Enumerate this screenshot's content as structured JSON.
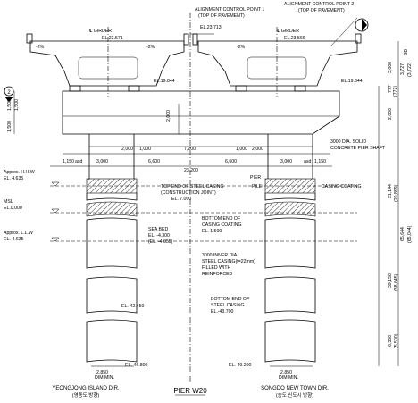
{
  "title": "PIER W20",
  "direction_left": "YEONGJONG ISLAND DIR.",
  "direction_left_kr": "(영종도 방향)",
  "direction_right": "SONGDO NEW TOWN DIR.",
  "direction_right_kr": "(송도 신도시 방향)",
  "alignment_point_1": "ALIGNMENT CONTROL POINT 1",
  "alignment_point_1_sub": "(TOP OF PAVEMENT)",
  "alignment_point_2": "ALIGNMENT CONTROL POINT 2",
  "alignment_point_2_sub": "(TOP OF PAVEMENT)",
  "girder_label": "℄ GIRDER",
  "girder_el_left": "EL.23.571",
  "girder_el_right": "EL.23.566",
  "acp1_el": "EL.23.713",
  "slope_1": "-2%",
  "slope_2": "-2%",
  "slope_3": "-2%",
  "bearing_el_left": "EL.19.844",
  "bearing_el_right": "EL.19.844",
  "dim_2000_cap": "2,000",
  "dim_2000_a": "2,000",
  "dim_1000_a": "1,000",
  "dim_7200": "7,200",
  "dim_1000_b": "1,000",
  "dim_2000_b": "2,000",
  "dim_1150_l": "1,150",
  "dim_3000_l": "3,000",
  "dim_6600_l": "6,600",
  "dim_6600_r": "6,600",
  "dim_3000_r": "3,000",
  "dim_1150_r": "1,150",
  "asd_l": "asd",
  "asd_r": "asd",
  "dim_23200": "23,200",
  "left_1500_a": "1,500",
  "left_1500_b": "1,500",
  "left_1500_c": "1,500",
  "marker_2": "2",
  "pier_label": "PIER",
  "pile_label": "PILE",
  "solid_shaft_1": "3000 DIA. SOLID",
  "solid_shaft_2": "CONCRETE PIER SHAFT",
  "casing_coating": "CASING COATING",
  "hhw": "Approx. H.H.W",
  "hhw_el": "EL. 4.635",
  "msl": "MSL",
  "msl_el": "EL.0.000",
  "llw": "Approx. L.L.W",
  "llw_el": "EL.-4.635",
  "top_casing_1": "TOP END OF STEEL CASING",
  "top_casing_2": "(CONSTRUCTION JOINT)",
  "top_casing_3": "EL. 7.000",
  "bot_coating_1": "BOTTOM END OF",
  "bot_coating_2": "CASING COATING",
  "bot_coating_3": "EL. 1.500",
  "seabed_1": "SEA BED",
  "seabed_2": "EL. -4.300",
  "seabed_3": "(EL. -4.055)",
  "inner_1": "3000 INNER DIA.",
  "inner_2": "STEEL CASING(t=22mm)",
  "inner_3": "FILLED WITH",
  "inner_4": "REINFORCED",
  "el_42450": "EL.-42.450",
  "bot_steel_1": "BOTTOM END OF",
  "bot_steel_2": "STEEL CASING",
  "bot_steel_3": "EL.-43.700",
  "el_46800": "EL.-46.800",
  "el_49200": "EL.-49.200",
  "dim_2850_l": "2,850",
  "dim_min_l": "DIM MIN.",
  "dim_2850_r": "2,850",
  "dim_min_r": "DIM MIN.",
  "r_sd": "SD",
  "r_3000": "3,000",
  "r_3727": "3,727",
  "r_3722": "(3,722)",
  "r_777": "777",
  "r_772": "(772)",
  "r_2000": "2,000",
  "r_21144": "21,144",
  "r_20899": "(20,899)",
  "r_65644": "65,644",
  "r_65044": "(65,044)",
  "r_39150": "39,150",
  "r_38645": "(38,645)",
  "r_6350": "6,350",
  "r_5500": "(5,500)"
}
